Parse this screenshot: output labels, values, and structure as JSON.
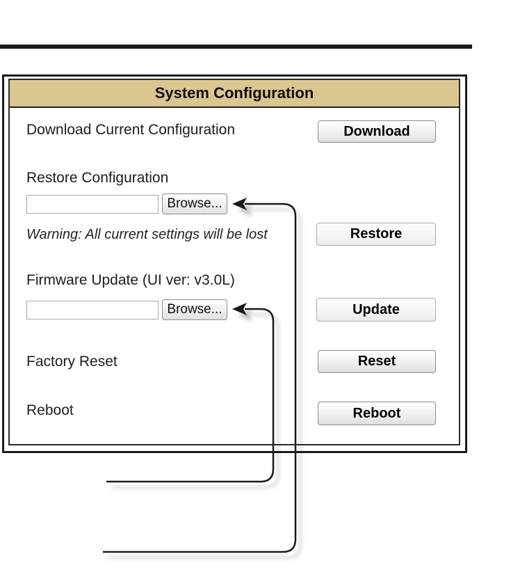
{
  "panel": {
    "title": "System Configuration",
    "download": {
      "label": "Download Current Configuration",
      "button": "Download"
    },
    "restore": {
      "label": "Restore Configuration",
      "file_input": {
        "value": "",
        "placeholder": ""
      },
      "browse_button": "Browse...",
      "warning": "Warning: All current settings will be lost",
      "button": "Restore"
    },
    "firmware": {
      "label": "Firmware Update (UI ver: v3.0L)",
      "file_input": {
        "value": "",
        "placeholder": ""
      },
      "browse_button": "Browse...",
      "button": "Update"
    },
    "factory_reset": {
      "label": "Factory Reset",
      "button": "Reset"
    },
    "reboot": {
      "label": "Reboot",
      "button": "Reboot"
    }
  },
  "icons": {
    "callout_arrow": "arrow-left-icon"
  },
  "colors": {
    "header_bg": "#dbc68f",
    "rule": "#1c1c1c",
    "callout_line": "#1a1a1a"
  }
}
